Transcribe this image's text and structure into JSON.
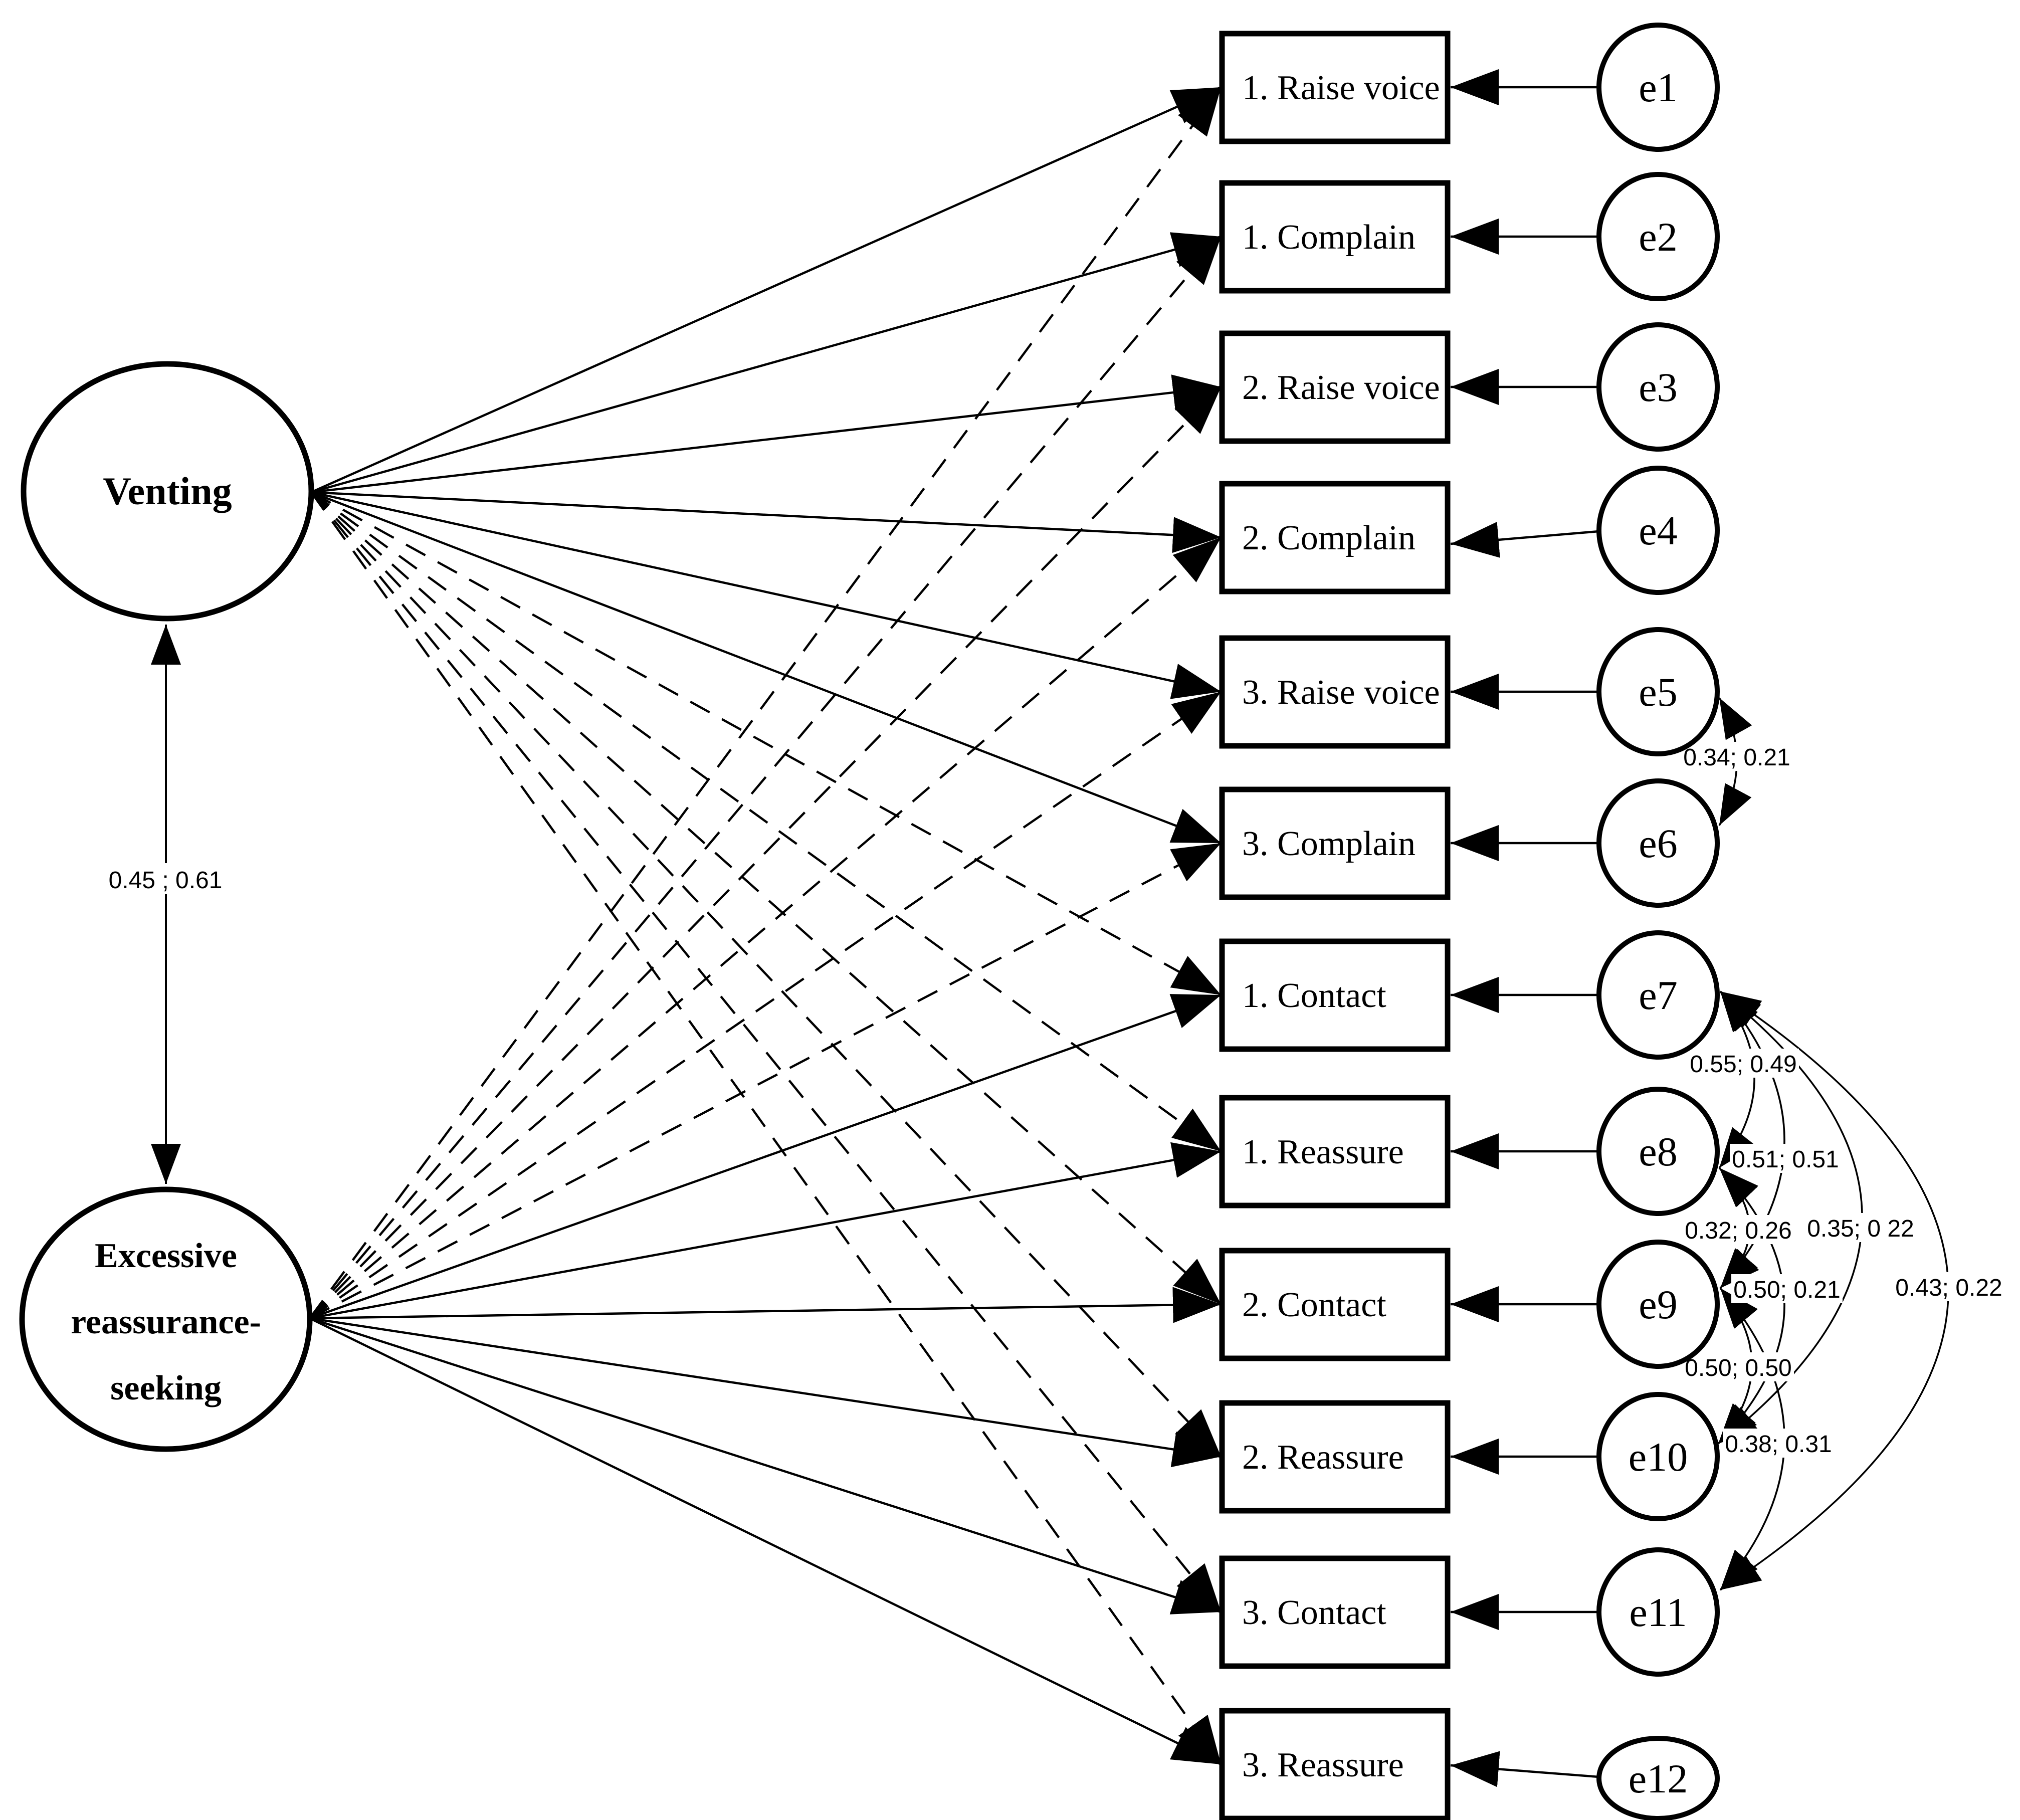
{
  "latents": {
    "venting": {
      "label": "Venting"
    },
    "ers": {
      "lines": [
        "Excessive",
        "reassurance-",
        "seeking"
      ]
    }
  },
  "latent_covariance": {
    "between": "Venting - Excessive reassurance-seeking",
    "label": "0.45 ; 0.61"
  },
  "indicators": [
    {
      "label": "1. Raise voice",
      "error": "e1"
    },
    {
      "label": "1. Complain",
      "error": "e2"
    },
    {
      "label": "2. Raise voice",
      "error": "e3"
    },
    {
      "label": "2. Complain",
      "error": "e4"
    },
    {
      "label": "3. Raise voice",
      "error": "e5"
    },
    {
      "label": "3. Complain",
      "error": "e6"
    },
    {
      "label": "1. Contact",
      "error": "e7"
    },
    {
      "label": "1. Reassure",
      "error": "e8"
    },
    {
      "label": "2. Contact",
      "error": "e9"
    },
    {
      "label": "2. Reassure",
      "error": "e10"
    },
    {
      "label": "3. Contact",
      "error": "e11"
    },
    {
      "label": "3. Reassure",
      "error": "e12"
    }
  ],
  "error_covariances": [
    {
      "from": "e5",
      "to": "e6",
      "label": "0.34; 0.21"
    },
    {
      "from": "e7",
      "to": "e8",
      "label": "0.55; 0.49"
    },
    {
      "from": "e7",
      "to": "e9",
      "label": "0.51; 0.51"
    },
    {
      "from": "e7",
      "to": "e10",
      "label": "0.35; 0 22"
    },
    {
      "from": "e7",
      "to": "e11",
      "label": "0.43; 0.22"
    },
    {
      "from": "e8",
      "to": "e9",
      "label": "0.32; 0.26"
    },
    {
      "from": "e8",
      "to": "e10",
      "label": "0.50; 0.21"
    },
    {
      "from": "e9",
      "to": "e10",
      "label": "0.50; 0.50"
    },
    {
      "from": "e9",
      "to": "e11",
      "label": "0.38; 0.31"
    }
  ]
}
